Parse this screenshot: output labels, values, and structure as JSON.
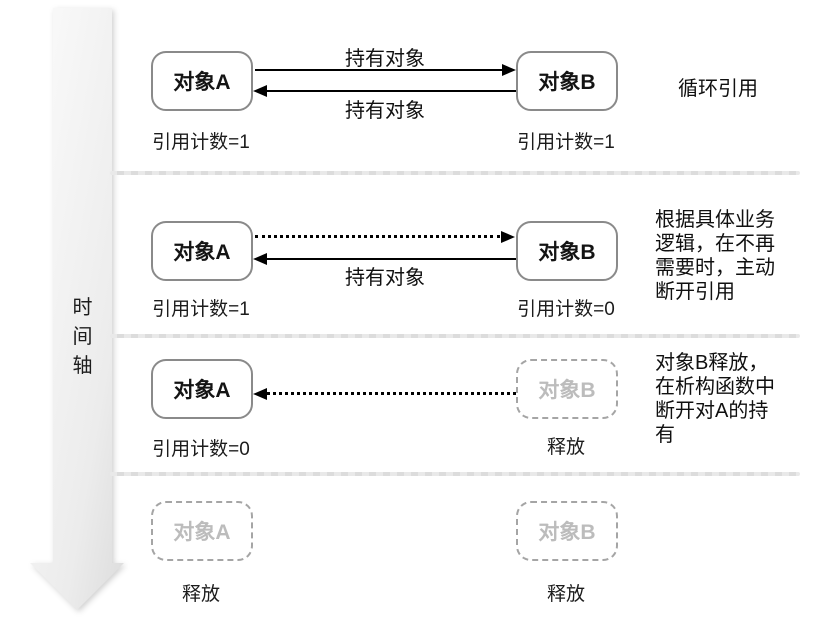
{
  "timeline": {
    "label": "时\n间\n轴"
  },
  "colors": {
    "box_border": "#8a8a8a",
    "released_border": "#a5a5a5",
    "released_text": "#bcbcbc",
    "arrow": "#000000",
    "separator": "#e2e2e2",
    "timeline_fill_start": "#fbfbfb",
    "timeline_fill_end": "#dcdcdc"
  },
  "rows": [
    {
      "a": {
        "title": "对象A",
        "caption": "引用计数=1"
      },
      "b": {
        "title": "对象B",
        "caption": "引用计数=1"
      },
      "arrows": {
        "top_label": "持有对象",
        "bottom_label": "持有对象"
      },
      "note": "循环引用"
    },
    {
      "a": {
        "title": "对象A",
        "caption": "引用计数=1"
      },
      "b": {
        "title": "对象B",
        "caption": "引用计数=0"
      },
      "arrows": {
        "bottom_label": "持有对象"
      },
      "note": "根据具体业务\n逻辑，在不再\n需要时，主动\n断开引用"
    },
    {
      "a": {
        "title": "对象A",
        "caption": "引用计数=0"
      },
      "b": {
        "title": "对象B",
        "caption": "释放"
      },
      "note": "对象B释放，\n在析构函数中\n断开对A的持\n有"
    },
    {
      "a": {
        "title": "对象A",
        "caption": "释放"
      },
      "b": {
        "title": "对象B",
        "caption": "释放"
      }
    }
  ]
}
